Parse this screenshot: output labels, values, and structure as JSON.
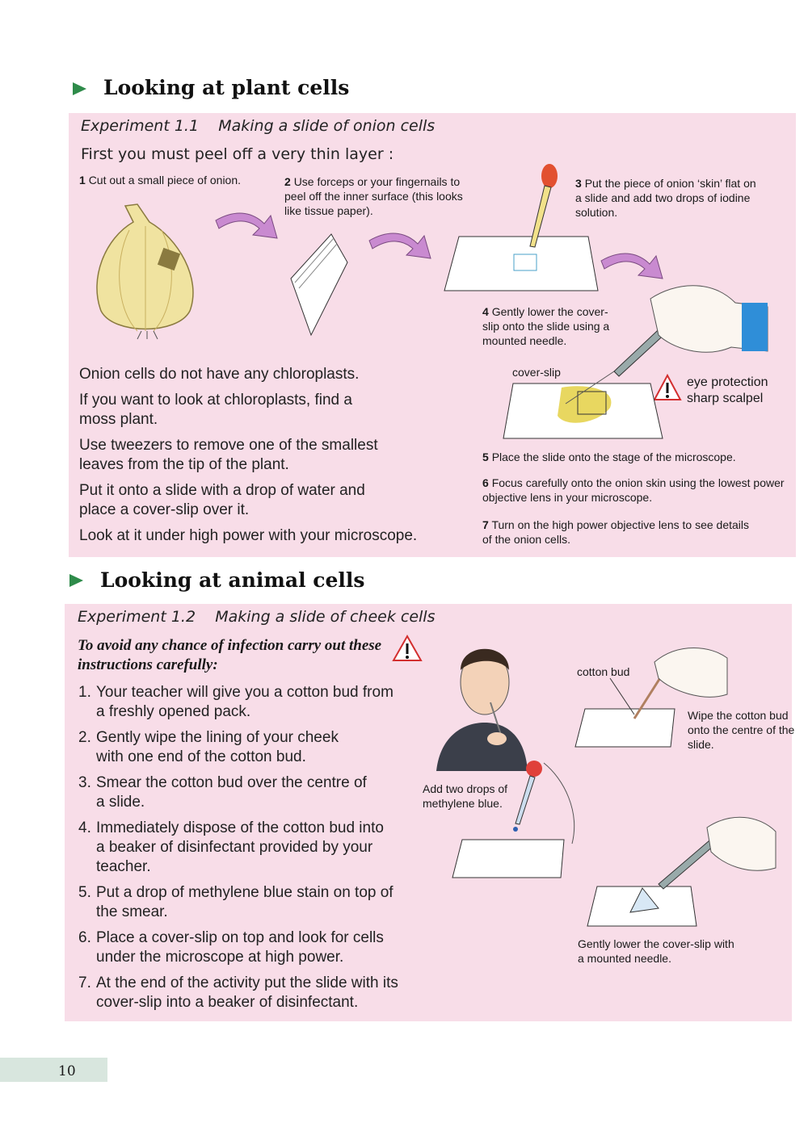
{
  "section1": {
    "title": "Looking at plant cells",
    "experiment_number": "Experiment 1.1",
    "experiment_title": "Making a slide of onion cells",
    "intro": "First you must peel off a very thin layer :",
    "steps": [
      {
        "n": "1",
        "text": "Cut out a small piece of onion."
      },
      {
        "n": "2",
        "text": "Use forceps or your fingernails to peel off the inner surface (this looks like tissue paper)."
      },
      {
        "n": "3",
        "text": "Put the piece of onion ‘skin’ flat on a slide and add two drops of iodine solution."
      },
      {
        "n": "4",
        "text": "Gently lower the cover-slip onto the slide using a mounted needle."
      },
      {
        "n": "5",
        "text": "Place the slide onto the stage of the microscope."
      },
      {
        "n": "6",
        "text": "Focus carefully onto the onion skin using the lowest power objective lens in your microscope."
      },
      {
        "n": "7",
        "text": "Turn on the high power objective lens to see details of the onion cells."
      }
    ],
    "label_cover_slip": "cover-slip",
    "warning": [
      "eye protection",
      "sharp scalpel"
    ],
    "paragraphs": [
      "Onion cells do not have any chloroplasts.",
      "If you want to look at chloroplasts, find a moss plant.",
      "Use tweezers to remove one of the smallest leaves from the tip of the plant.",
      "Put it onto a slide with a drop of water and place a cover-slip over it.",
      "Look at it under high power with your microscope."
    ]
  },
  "section2": {
    "title": "Looking at animal cells",
    "experiment_number": "Experiment 1.2",
    "experiment_title": "Making a slide of cheek cells",
    "caution": "To avoid any chance of infection carry out these instructions carefully:",
    "steps": [
      {
        "n": "1.",
        "text": "Your teacher will give you a cotton bud from a freshly opened pack."
      },
      {
        "n": "2.",
        "text": "Gently wipe the lining of your cheek with one end of the cotton bud."
      },
      {
        "n": "3.",
        "text": "Smear the cotton bud over the centre of a slide."
      },
      {
        "n": "4.",
        "text": "Immediately dispose of the cotton bud into a beaker of disinfectant provided by your teacher."
      },
      {
        "n": "5.",
        "text": "Put a drop of methylene blue stain on top of the smear."
      },
      {
        "n": "6.",
        "text": "Place a cover-slip on top and look for cells under the microscope at high power."
      },
      {
        "n": "7.",
        "text": "At the end of the activity put the slide with its cover-slip into a beaker of disinfectant."
      }
    ],
    "captions": {
      "cotton_bud": "cotton bud",
      "wipe": "Wipe the cotton bud onto the centre of the slide.",
      "drops": "Add two drops of methylene blue.",
      "lower": "Gently lower the cover-slip with a mounted needle."
    }
  },
  "page_number": "10",
  "colors": {
    "panel": "#f8dde8",
    "accent": "#2e8b4a",
    "arrow": "#c98ad0",
    "footer": "#d8e6de"
  }
}
